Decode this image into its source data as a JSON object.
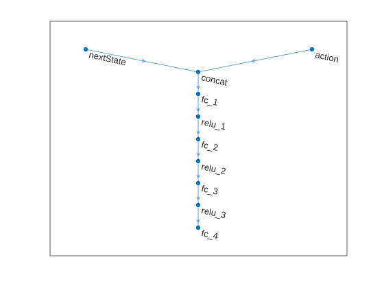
{
  "graph": {
    "node_color": "#0072BD",
    "edge_color": "#5EA4D8",
    "nodes": [
      {
        "id": "nextState",
        "label": "nextState"
      },
      {
        "id": "action",
        "label": "action"
      },
      {
        "id": "concat",
        "label": "concat"
      },
      {
        "id": "fc_1",
        "label": "fc_1"
      },
      {
        "id": "relu_1",
        "label": "relu_1"
      },
      {
        "id": "fc_2",
        "label": "fc_2"
      },
      {
        "id": "relu_2",
        "label": "relu_2"
      },
      {
        "id": "fc_3",
        "label": "fc_3"
      },
      {
        "id": "relu_3",
        "label": "relu_3"
      },
      {
        "id": "fc_4",
        "label": "fc_4"
      }
    ],
    "edges": [
      {
        "from": "nextState",
        "to": "concat"
      },
      {
        "from": "action",
        "to": "concat"
      },
      {
        "from": "concat",
        "to": "fc_1"
      },
      {
        "from": "fc_1",
        "to": "relu_1"
      },
      {
        "from": "relu_1",
        "to": "fc_2"
      },
      {
        "from": "fc_2",
        "to": "relu_2"
      },
      {
        "from": "relu_2",
        "to": "fc_3"
      },
      {
        "from": "fc_3",
        "to": "relu_3"
      },
      {
        "from": "relu_3",
        "to": "fc_4"
      }
    ]
  }
}
